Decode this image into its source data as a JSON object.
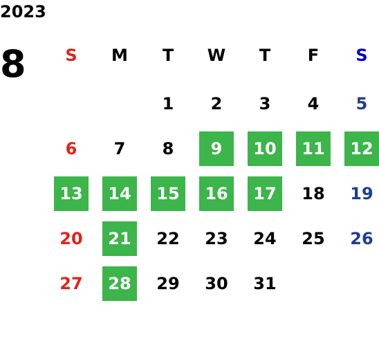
{
  "year": "2023",
  "month": "8",
  "colors": {
    "sunday": "#e2231a",
    "saturday_header": "#0000cc",
    "saturday": "#1e3f8f",
    "weekday": "#000000",
    "highlight_bg": "#3cb54a",
    "highlight_text": "#ffffff"
  },
  "weekdays": [
    "S",
    "M",
    "T",
    "W",
    "T",
    "F",
    "S"
  ],
  "weeks": [
    [
      {
        "d": ""
      },
      {
        "d": ""
      },
      {
        "d": "1"
      },
      {
        "d": "2"
      },
      {
        "d": "3"
      },
      {
        "d": "4"
      },
      {
        "d": "5"
      }
    ],
    [
      {
        "d": "6"
      },
      {
        "d": "7"
      },
      {
        "d": "8"
      },
      {
        "d": "9",
        "highlighted": true
      },
      {
        "d": "10",
        "highlighted": true
      },
      {
        "d": "11",
        "highlighted": true
      },
      {
        "d": "12",
        "highlighted": true
      }
    ],
    [
      {
        "d": "13",
        "highlighted": true
      },
      {
        "d": "14",
        "highlighted": true
      },
      {
        "d": "15",
        "highlighted": true
      },
      {
        "d": "16",
        "highlighted": true
      },
      {
        "d": "17",
        "highlighted": true
      },
      {
        "d": "18"
      },
      {
        "d": "19"
      }
    ],
    [
      {
        "d": "20"
      },
      {
        "d": "21",
        "highlighted": true
      },
      {
        "d": "22"
      },
      {
        "d": "23"
      },
      {
        "d": "24"
      },
      {
        "d": "25"
      },
      {
        "d": "26"
      }
    ],
    [
      {
        "d": "27"
      },
      {
        "d": "28",
        "highlighted": true
      },
      {
        "d": "29"
      },
      {
        "d": "30"
      },
      {
        "d": "31"
      },
      {
        "d": ""
      },
      {
        "d": ""
      }
    ]
  ]
}
